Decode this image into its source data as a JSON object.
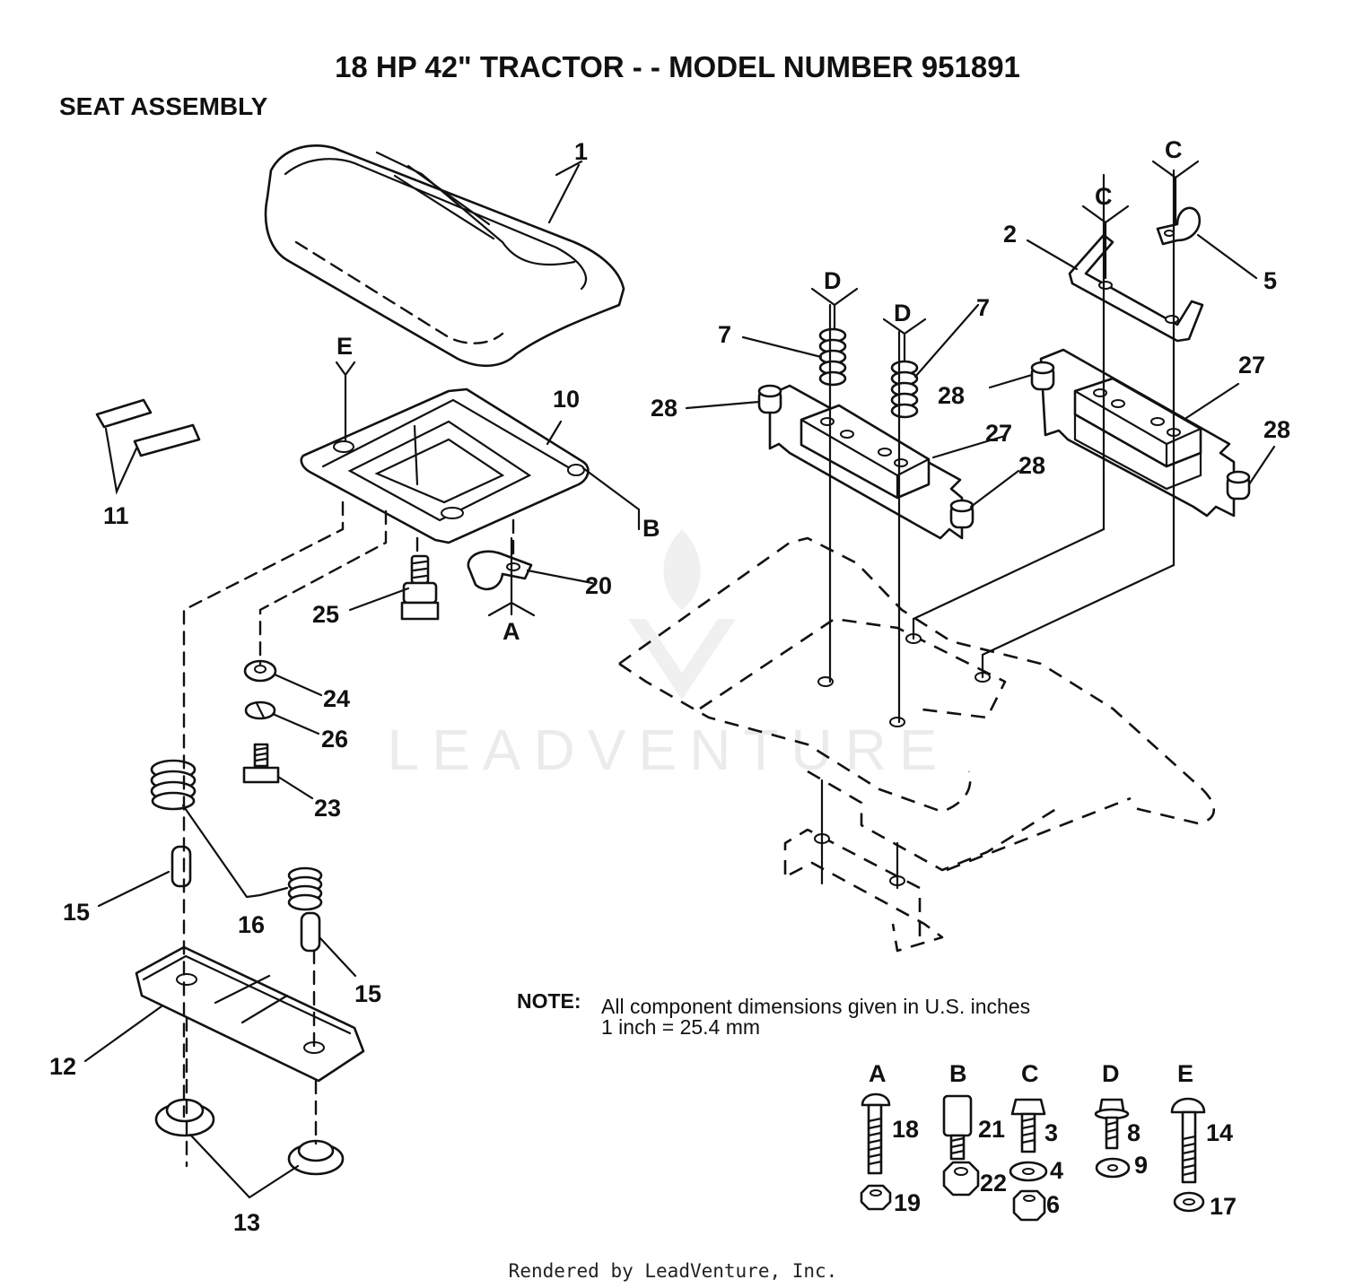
{
  "title": "18 HP 42\" TRACTOR - - MODEL NUMBER 951891",
  "subtitle": "SEAT ASSEMBLY",
  "note": {
    "label": "NOTE:",
    "line1": "All component dimensions given in U.S. inches",
    "line2": "1 inch = 25.4 mm"
  },
  "footer": "Rendered by LeadVenture, Inc.",
  "watermark": "LEADVENTURE",
  "callouts": {
    "p1": "1",
    "p2": "2",
    "p3": "3",
    "p4": "4",
    "p5": "5",
    "p6": "6",
    "p7a": "7",
    "p7b": "7",
    "p8": "8",
    "p9": "9",
    "p10": "10",
    "p11": "11",
    "p12": "12",
    "p13": "13",
    "p14": "14",
    "p15a": "15",
    "p15b": "15",
    "p16": "16",
    "p17": "17",
    "p18": "18",
    "p19": "19",
    "p20": "20",
    "p21": "21",
    "p22": "22",
    "p23": "23",
    "p24": "24",
    "p25": "25",
    "p26": "26",
    "p27a": "27",
    "p27b": "27",
    "p28a": "28",
    "p28b": "28",
    "p28c": "28",
    "p28d": "28"
  },
  "ref_letters": {
    "diagram_a": "A",
    "diagram_b": "B",
    "diagram_c1": "C",
    "diagram_c2": "C",
    "diagram_d1": "D",
    "diagram_d2": "D",
    "diagram_e": "E"
  },
  "hardware_key": [
    {
      "letter": "A",
      "parts": [
        "18",
        "19"
      ]
    },
    {
      "letter": "B",
      "parts": [
        "21",
        "22"
      ]
    },
    {
      "letter": "C",
      "parts": [
        "3",
        "4",
        "6"
      ]
    },
    {
      "letter": "D",
      "parts": [
        "8",
        "9"
      ]
    },
    {
      "letter": "E",
      "parts": [
        "14",
        "17"
      ]
    }
  ]
}
